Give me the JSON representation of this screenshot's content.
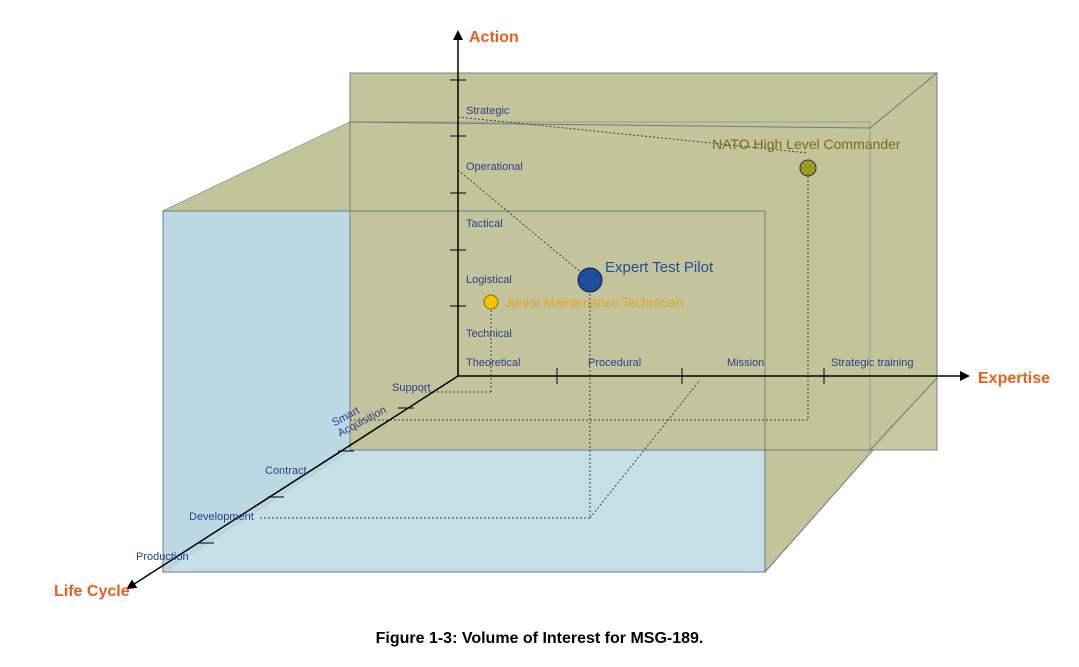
{
  "axes": {
    "vertical": "Action",
    "horizontal": "Expertise",
    "depth": "Life Cycle"
  },
  "action_levels": [
    "Strategic",
    "Operational",
    "Tactical",
    "Logistical",
    "Technical"
  ],
  "expertise_levels": [
    "Theoretical",
    "Procedural",
    "Mission",
    "Strategic training"
  ],
  "lifecycle_levels": [
    "Support",
    "Smart\nAcquisition",
    "Contract",
    "Development",
    "Production"
  ],
  "personas": [
    {
      "name": "NATO High Level Commander",
      "color": "#9a9a1e",
      "label_color": "#7a6a1a"
    },
    {
      "name": "Expert Test Pilot",
      "color": "#1f4e9a",
      "label_color": "#1f4e9a"
    },
    {
      "name": "Junior Maintenance Technician",
      "color": "#f5c400",
      "label_color": "#e8a21a"
    }
  ],
  "colors": {
    "front_box": "#bcd9e3",
    "olive_box": "#c4c49a",
    "axis_title": "#e8601c",
    "tick_label": "#2b3f8c"
  },
  "caption": "Figure 1-3: Volume of Interest for MSG-189."
}
